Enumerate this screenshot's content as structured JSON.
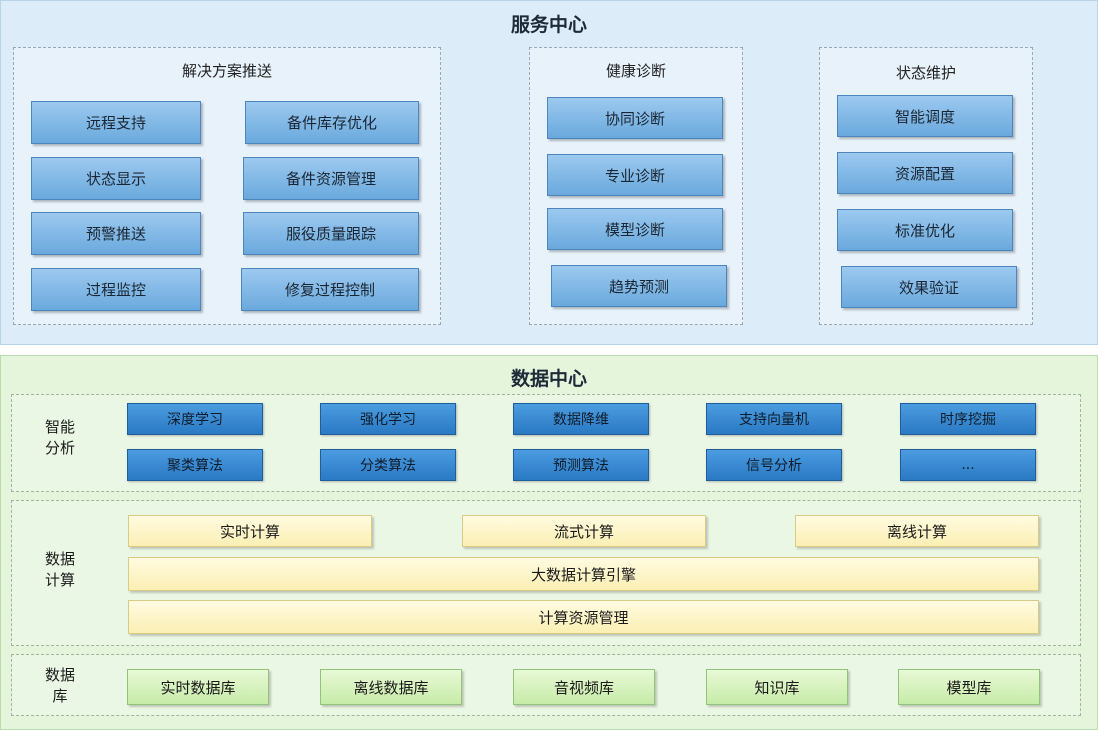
{
  "service_center": {
    "title": "服务中心",
    "groups": [
      {
        "title": "解决方案推送",
        "items": [
          "远程支持",
          "备件库存优化",
          "状态显示",
          "备件资源管理",
          "预警推送",
          "服役质量跟踪",
          "过程监控",
          "修复过程控制"
        ]
      },
      {
        "title": "健康诊断",
        "items": [
          "协同诊断",
          "专业诊断",
          "模型诊断",
          "趋势预测"
        ]
      },
      {
        "title": "状态维护",
        "items": [
          "智能调度",
          "资源配置",
          "标准优化",
          "效果验证"
        ]
      }
    ]
  },
  "data_center": {
    "title": "数据中心",
    "analysis": {
      "label": "智能\n分析",
      "row1": [
        "深度学习",
        "强化学习",
        "数据降维",
        "支持向量机",
        "时序挖掘"
      ],
      "row2": [
        "聚类算法",
        "分类算法",
        "预测算法",
        "信号分析",
        "..."
      ]
    },
    "compute": {
      "label": "数据\n计算",
      "top": [
        "实时计算",
        "流式计算",
        "离线计算"
      ],
      "engine": "大数据计算引擎",
      "resources": "计算资源管理"
    },
    "database": {
      "label": "数据\n库",
      "items": [
        "实时数据库",
        "离线数据库",
        "音视频库",
        "知识库",
        "模型库"
      ]
    }
  }
}
